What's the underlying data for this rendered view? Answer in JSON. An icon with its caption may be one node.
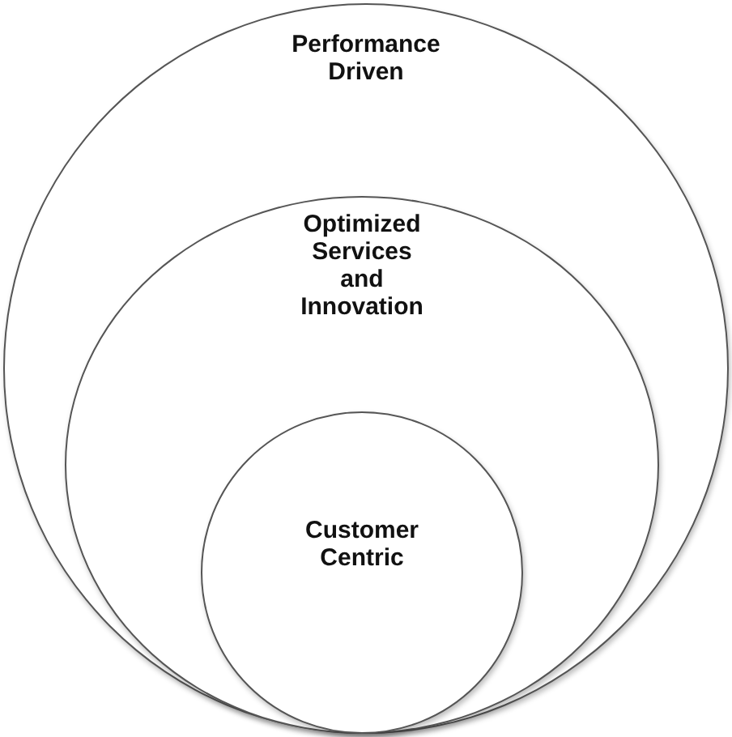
{
  "diagram": {
    "nodes": [
      {
        "text": [
          "Performance Driven"
        ]
      },
      {
        "text": [
          "Optimized Services and Innovation"
        ],
        "in": 0
      },
      {
        "text": [
          "Customer Centric"
        ],
        "in": 1
      }
    ]
  }
}
